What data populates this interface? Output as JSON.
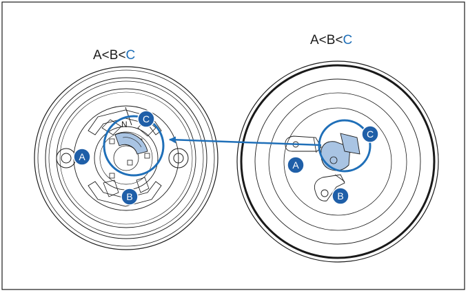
{
  "labels": {
    "left_prefix": "A<B<",
    "left_suffix": "C",
    "right_prefix": "A<B<",
    "right_suffix": "C",
    "terminal_n": "N"
  },
  "markers": {
    "a": "A",
    "b": "B",
    "c": "C"
  },
  "colors": {
    "accent": "#1f6fb8",
    "marker_fill": "#1f5fa8",
    "highlight_fill": "#a9c4e3",
    "line": "#1a1a1a"
  }
}
